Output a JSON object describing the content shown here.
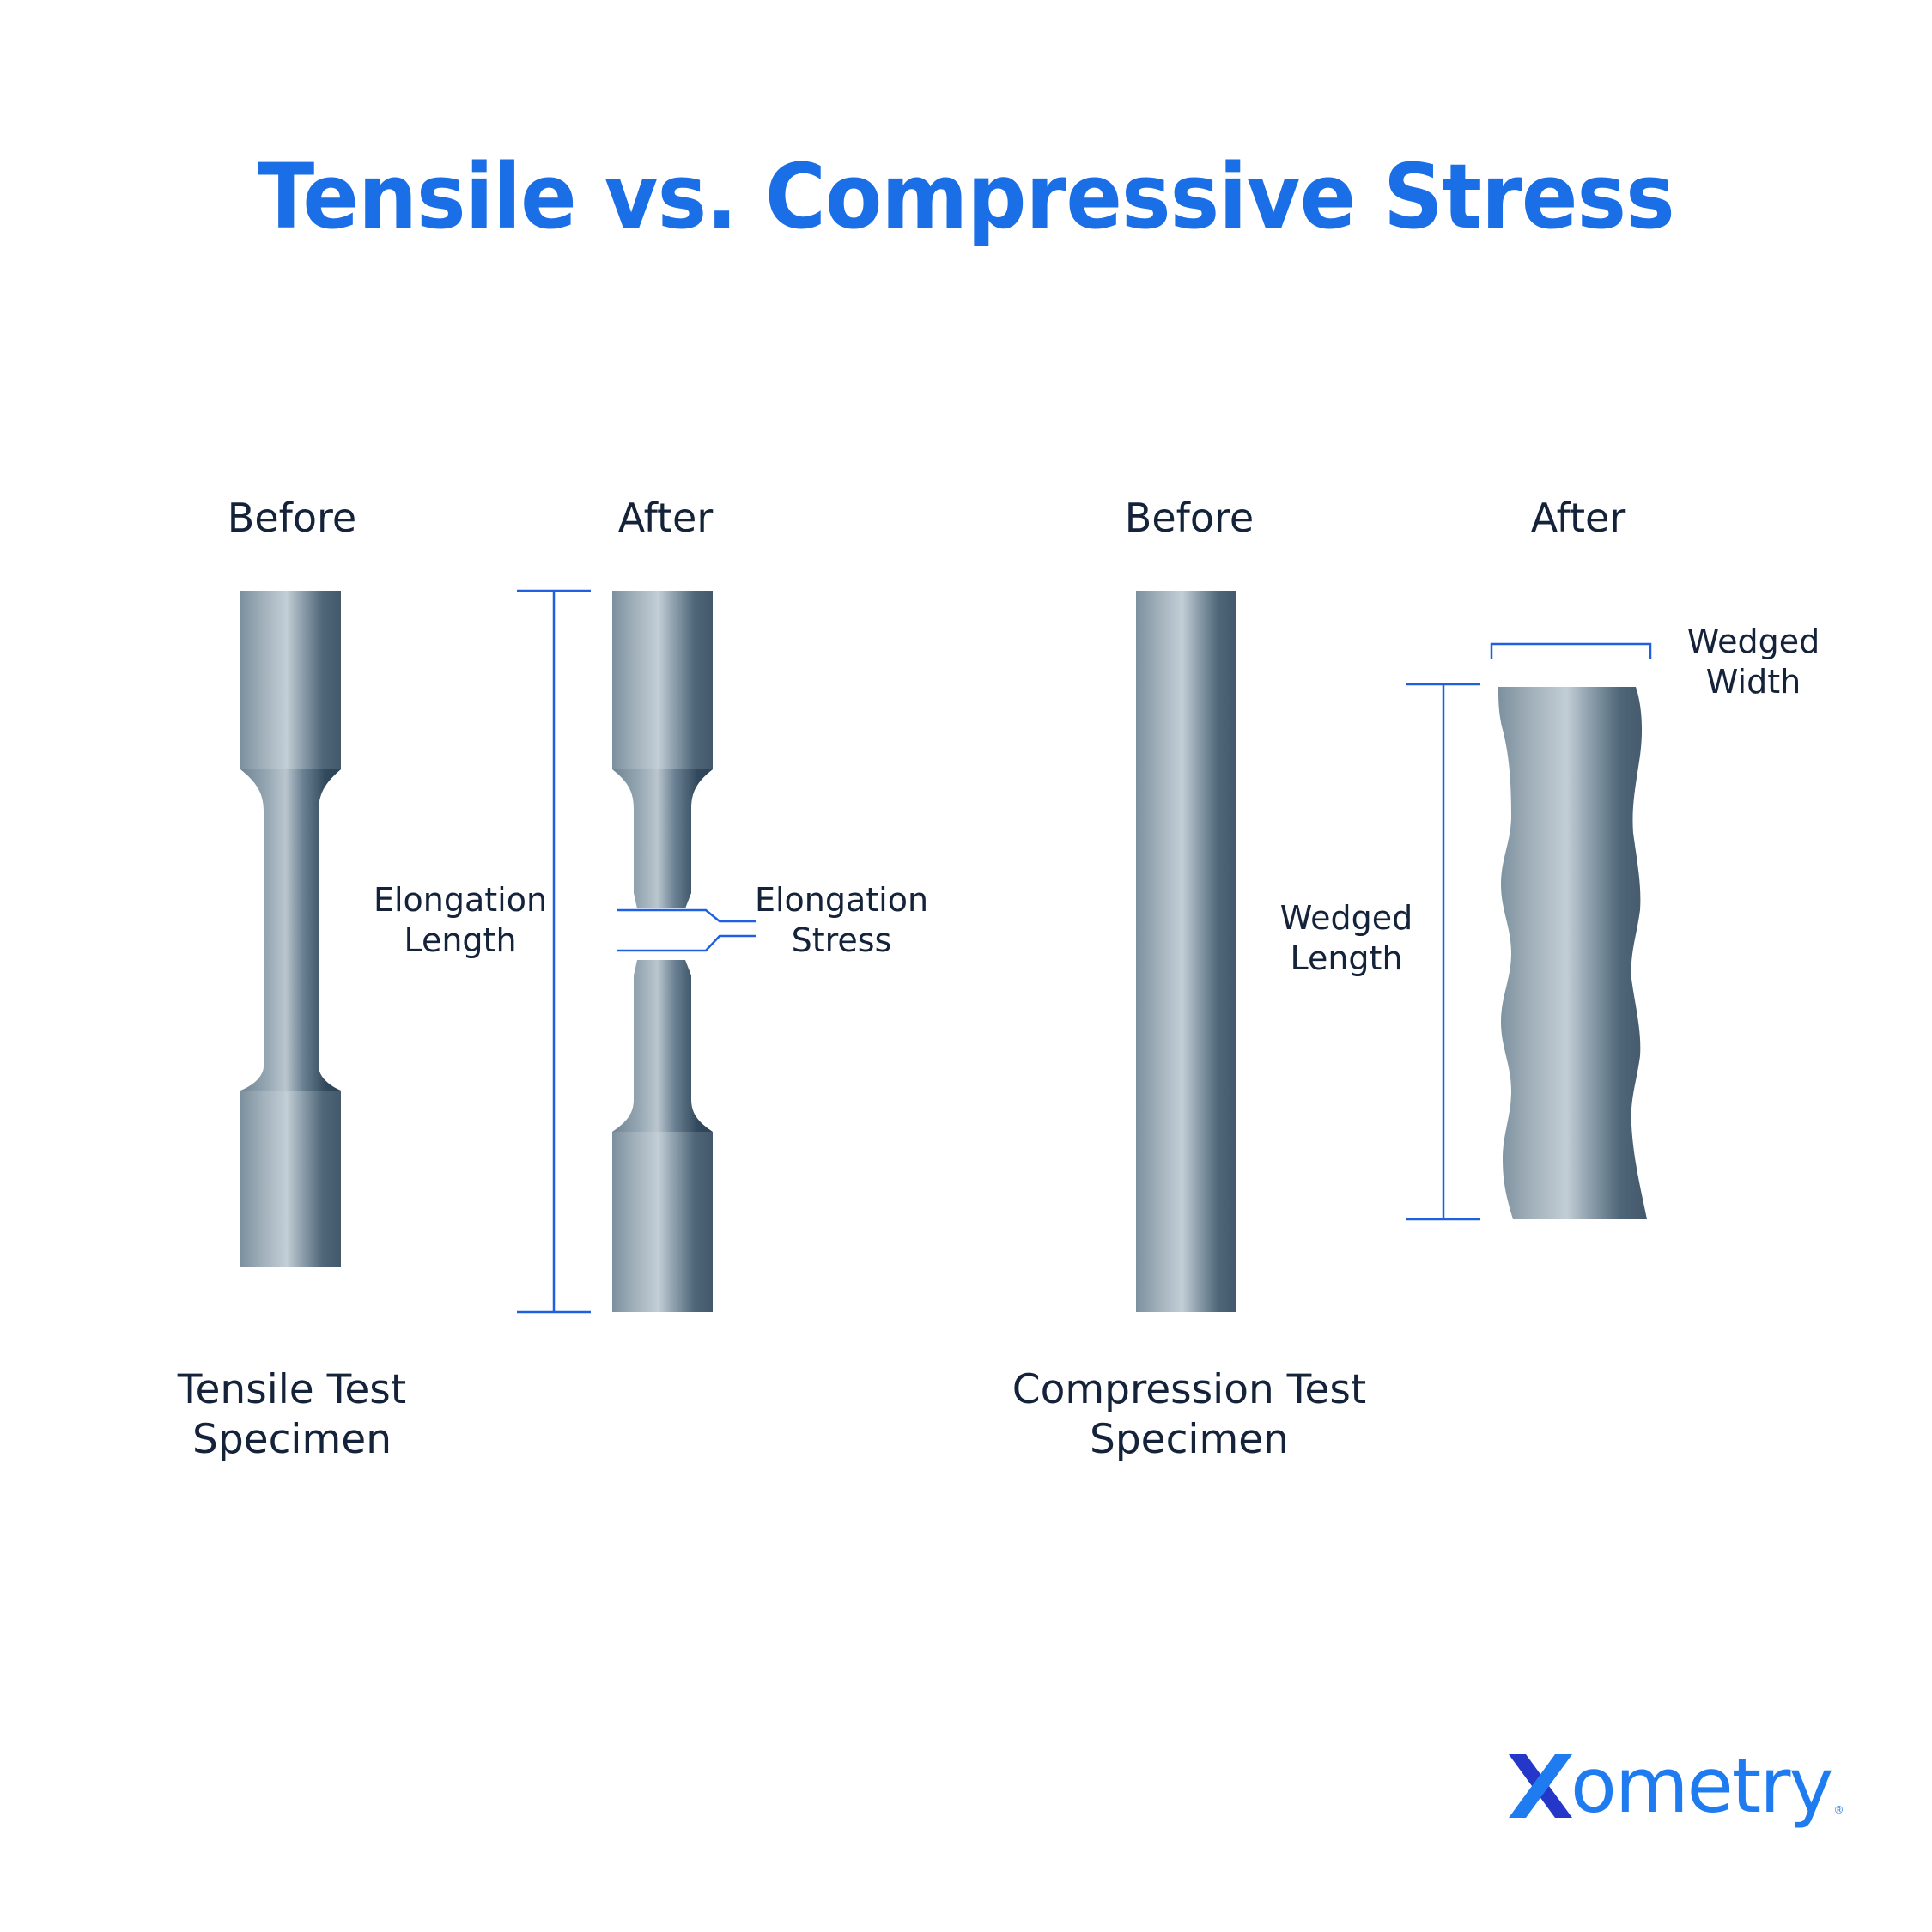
{
  "title": "Tensile vs. Compressive Stress",
  "colors": {
    "title": "#1a6ee6",
    "text": "#14223a",
    "dimension_line": "#2060e0",
    "metal_light": "#c3ced6",
    "metal_mid": "#8a9eac",
    "metal_dark": "#4a6275",
    "logo_blue": "#1f7cf0",
    "logo_dark": "#2437c8"
  },
  "tensile": {
    "before_label": "Before",
    "after_label": "After",
    "elongation_length": [
      "Elongation",
      "Length"
    ],
    "elongation_stress": [
      "Elongation",
      "Stress"
    ],
    "caption": [
      "Tensile Test",
      "Specimen"
    ]
  },
  "compression": {
    "before_label": "Before",
    "after_label": "After",
    "wedged_length": [
      "Wedged",
      "Length"
    ],
    "wedged_width": [
      "Wedged",
      "Width"
    ],
    "caption": [
      "Compression Test",
      "Specimen"
    ]
  },
  "logo": {
    "mark": "X",
    "text": "ometry",
    "registered": "®"
  }
}
